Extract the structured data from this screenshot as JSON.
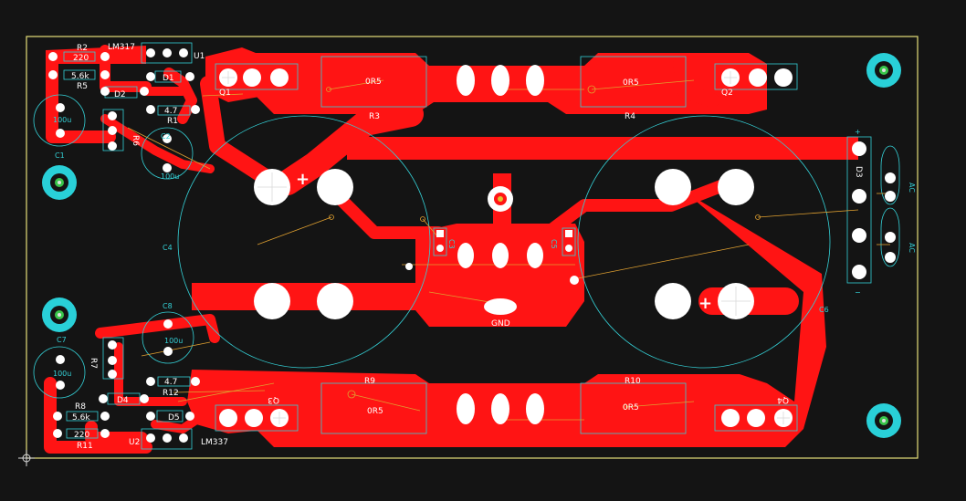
{
  "board": {
    "colors": {
      "background": "#141414",
      "outline": "#e5e07a",
      "copper": "#ff1414",
      "pad": "#ffffff",
      "silkscreen": "#34d0d6",
      "ratsnest": "#e0a030",
      "mount_hole": "#29d0d8",
      "mount_hole_center": "#39c64a"
    },
    "labels": {
      "r2": "R2",
      "r2_val": "220",
      "lm317": "LM317",
      "r5_val": "5.6k",
      "r5": "R5",
      "u1": "U1",
      "d1": "D1",
      "d2": "D2",
      "r6": "R6",
      "c2": "C2",
      "c2_val": "100u",
      "c1_val": "100u",
      "c1": "C1",
      "r1_val": "4.7",
      "r1": "R1",
      "q1": "Q1",
      "r3_val": "0R5",
      "r3": "R3",
      "r4_val": "0R5",
      "r4": "R4",
      "q2": "Q2",
      "c4": "C4",
      "d3": "D3",
      "ac1": "AC",
      "ac2": "AC",
      "c3": "C3",
      "c5": "C5",
      "gnd": "GND",
      "c8": "C8",
      "c7": "C7",
      "c8_val": "100u",
      "c7_val": "100u",
      "r7": "R7",
      "r12_val": "4.7",
      "r12": "R12",
      "r8": "R8",
      "d4": "D4",
      "r8_val": "5.6k",
      "r11_val": "220",
      "r11": "R11",
      "d5": "D5",
      "u2": "U2",
      "lm337": "LM337",
      "q3": "Q3",
      "r9": "R9",
      "r9_val": "0R5",
      "r10": "R10",
      "r10_val": "0R5",
      "q4": "Q4",
      "c6": "C6",
      "plus1": "+",
      "plus2": "+",
      "minus": "−",
      "plus_d3": "+"
    }
  }
}
